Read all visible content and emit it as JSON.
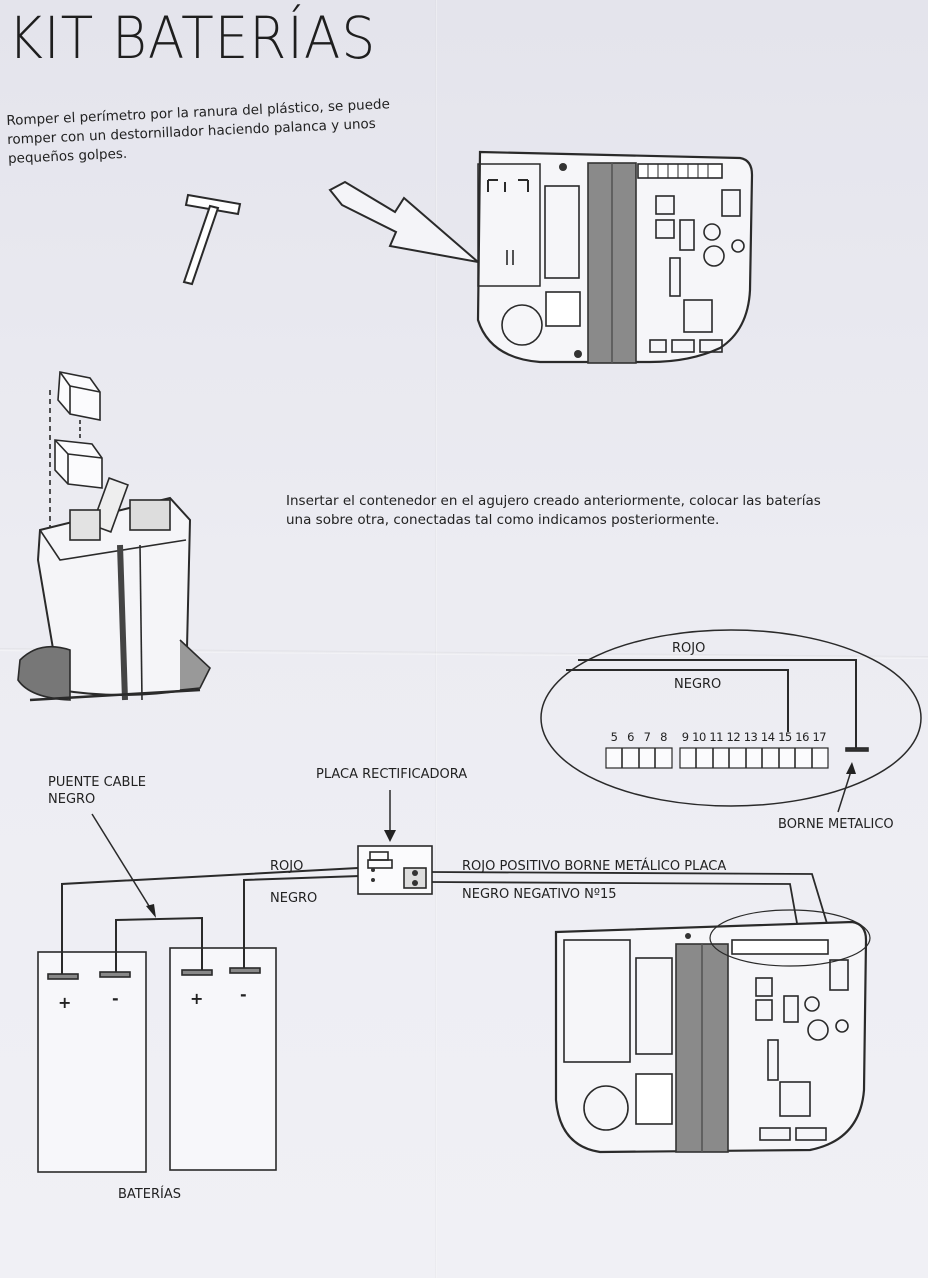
{
  "title": "KIT BATERÍAS",
  "step1": {
    "text": "Romper el perímetro por la ranura del plástico, se puede\nromper con un destornillador  haciendo palanca y unos\npequeños golpes."
  },
  "step2": {
    "text": "Insertar el contenedor en el agujero creado anteriormente, colocar las baterías\nuna sobre otra, conectadas tal como indicamos posteriormente."
  },
  "detail": {
    "rojo": "ROJO",
    "negro": "NEGRO",
    "terminals_left": [
      "5",
      "6",
      "7",
      "8"
    ],
    "terminals_right": [
      "9",
      "10",
      "11",
      "12",
      "13",
      "14",
      "15",
      "16",
      "17"
    ],
    "borne_label": "BORNE METALICO"
  },
  "wiring": {
    "puente_label": "PUENTE CABLE\nNEGRO",
    "placa_label": "PLACA RECTIFICADORA",
    "rojo": "ROJO",
    "negro": "NEGRO",
    "rojo_positivo": "ROJO POSITIVO BORNE METÁLICO PLACA",
    "negro_negativo": "NEGRO NEGATIVO Nº15",
    "baterias_label": "BATERÍAS",
    "plus": "+",
    "minus": "-"
  },
  "colors": {
    "ink": "#222222",
    "paper": "#ececf2",
    "strip": "#8a8a8a"
  }
}
